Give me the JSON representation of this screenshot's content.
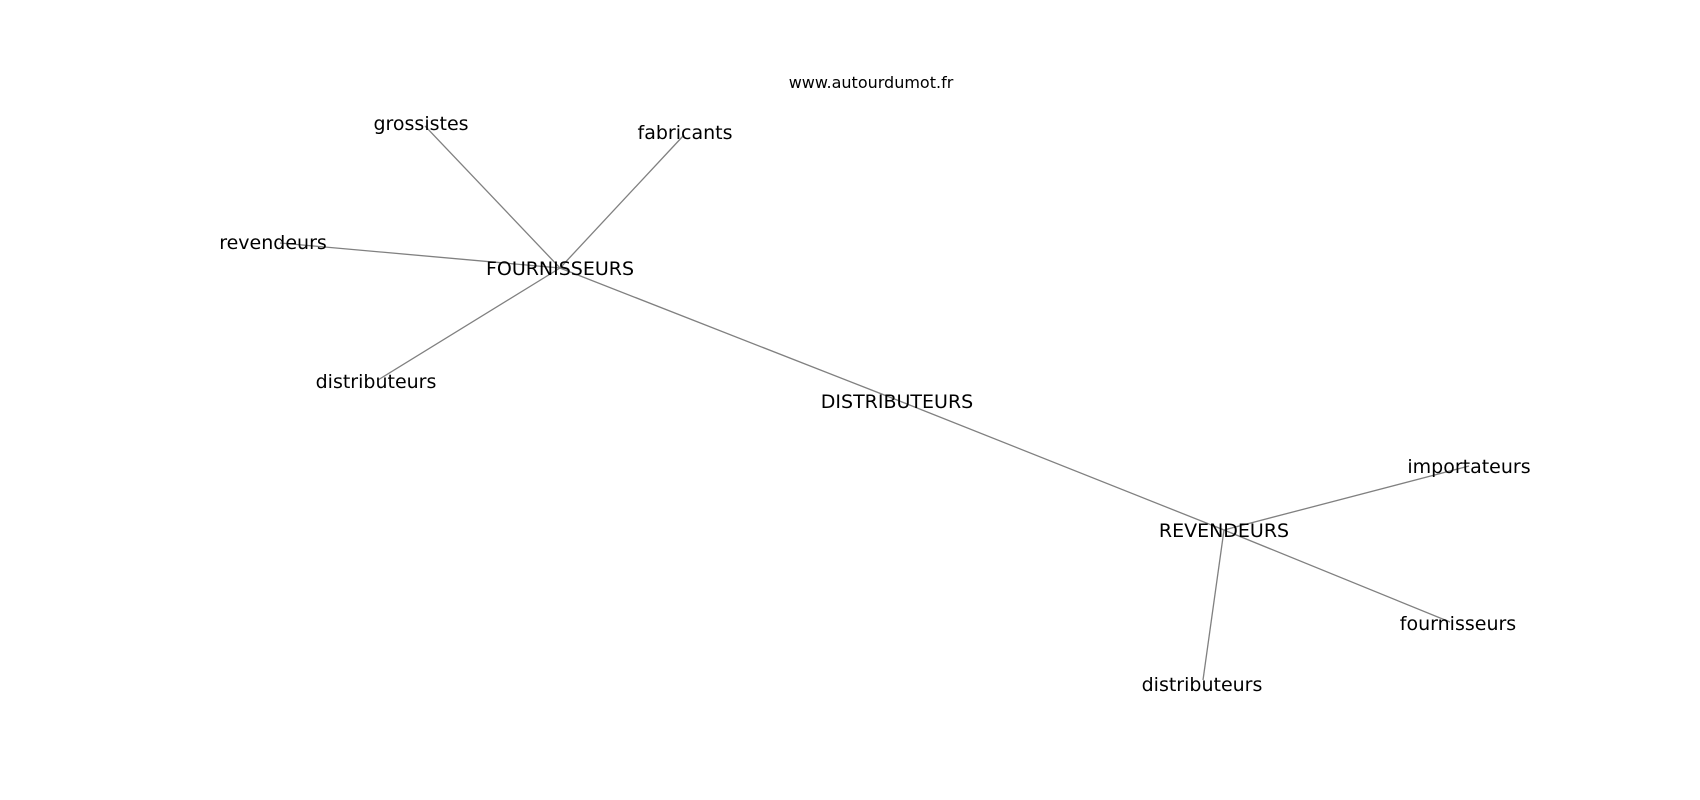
{
  "watermark": "www.autourdumot.fr",
  "nodes": {
    "fournisseurs_hub": "FOURNISSEURS",
    "distributeurs_hub": "DISTRIBUTEURS",
    "revendeurs_hub": "REVENDEURS",
    "grossistes": "grossistes",
    "fabricants": "fabricants",
    "revendeurs": "revendeurs",
    "distributeurs_1": "distributeurs",
    "importateurs": "importateurs",
    "fournisseurs": "fournisseurs",
    "distributeurs_2": "distributeurs"
  },
  "edges": [
    [
      "fournisseurs_hub",
      "distributeurs_hub"
    ],
    [
      "distributeurs_hub",
      "revendeurs_hub"
    ],
    [
      "fournisseurs_hub",
      "grossistes"
    ],
    [
      "fournisseurs_hub",
      "fabricants"
    ],
    [
      "fournisseurs_hub",
      "revendeurs"
    ],
    [
      "fournisseurs_hub",
      "distributeurs_1"
    ],
    [
      "revendeurs_hub",
      "importateurs"
    ],
    [
      "revendeurs_hub",
      "fournisseurs"
    ],
    [
      "revendeurs_hub",
      "distributeurs_2"
    ]
  ],
  "colors": {
    "edge": "#808080",
    "text": "#000000",
    "background": "#ffffff"
  }
}
